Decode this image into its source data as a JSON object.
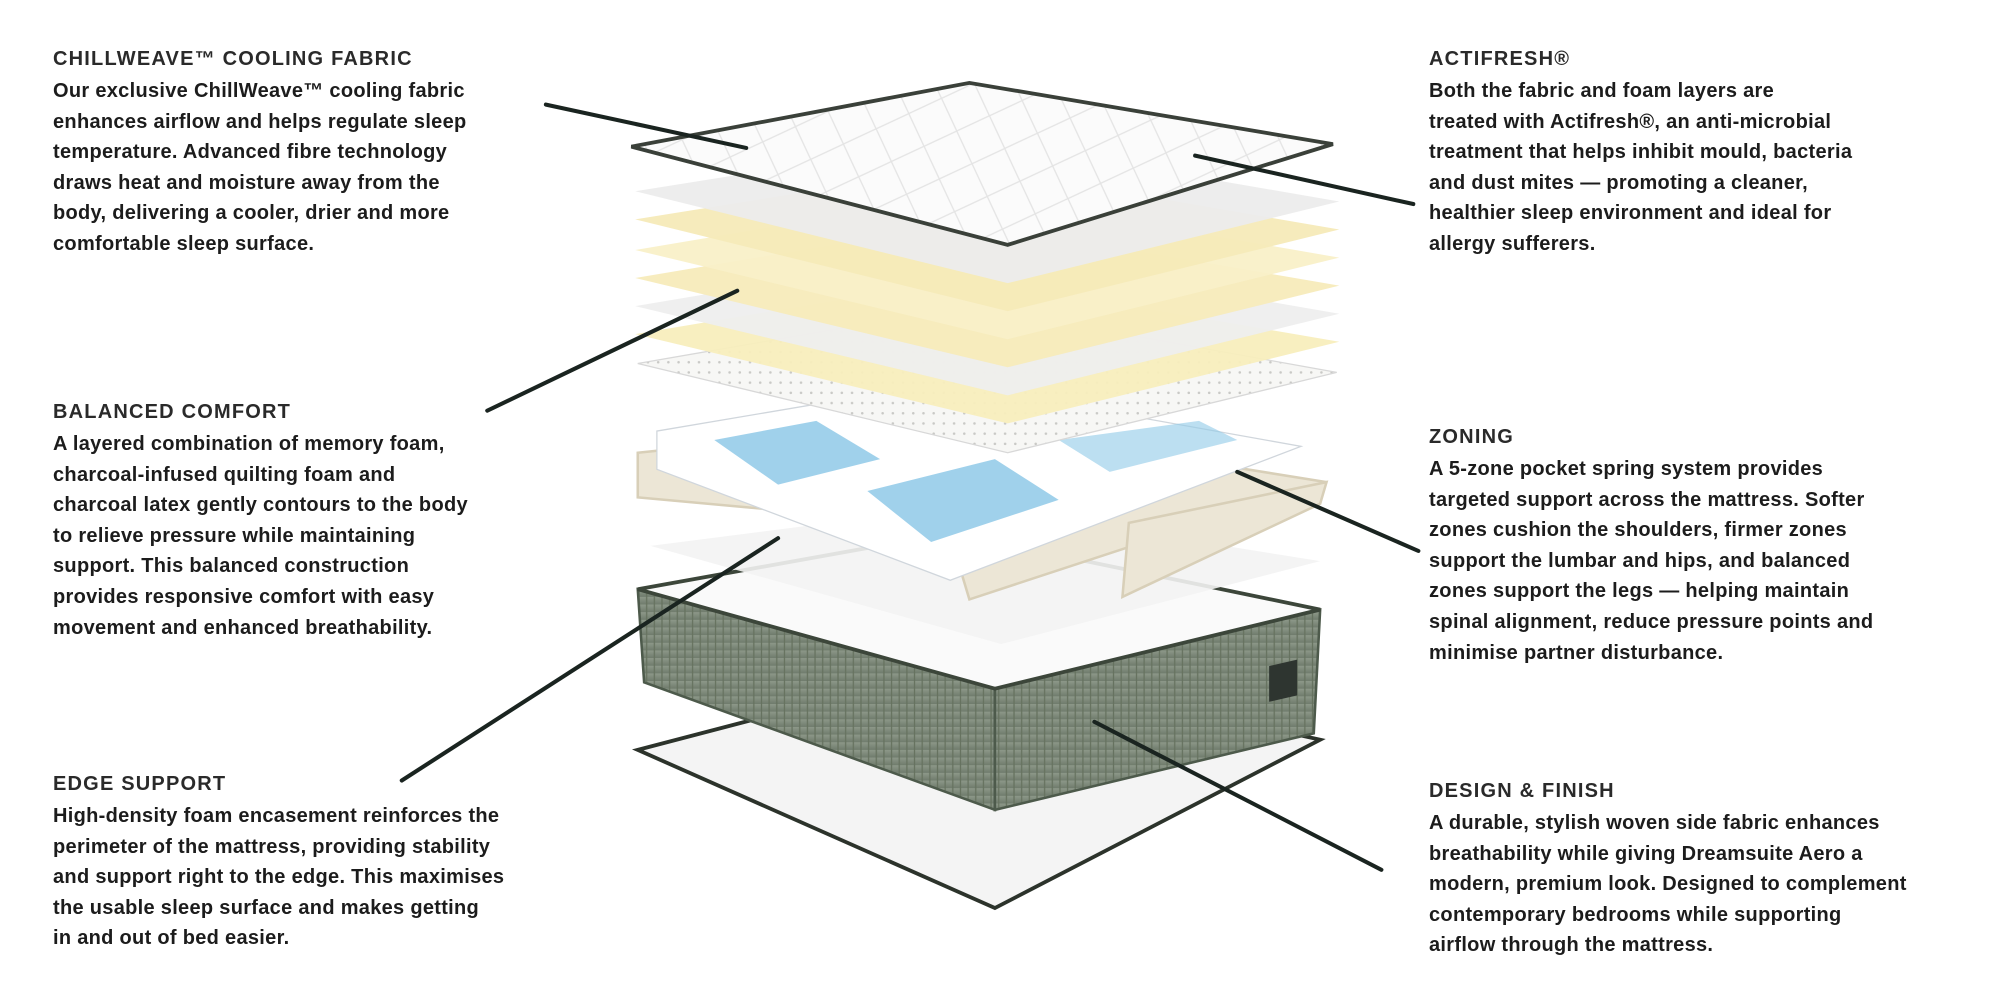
{
  "features": [
    {
      "id": "chillweave",
      "title": "CHILLWEAVE™ COOLING FABRIC",
      "lines": [
        "Our exclusive ChillWeave™ cooling fabric",
        "enhances airflow and helps regulate sleep",
        "temperature. Advanced fibre technology",
        "draws heat and moisture away from the",
        "body, delivering a cooler, drier and more",
        "comfortable sleep surface."
      ]
    },
    {
      "id": "balanced-comfort",
      "title": "BALANCED COMFORT",
      "lines": [
        "A layered combination of memory foam,",
        "charcoal-infused quilting foam and",
        "charcoal latex gently contours to the body",
        "to relieve pressure while maintaining",
        "support. This balanced construction",
        "provides responsive comfort with easy",
        "movement and enhanced breathability."
      ]
    },
    {
      "id": "edge-support",
      "title": "EDGE SUPPORT",
      "lines": [
        "High-density foam encasement reinforces the",
        "perimeter of the mattress, providing stability",
        "and support right to the edge. This maximises",
        "the usable sleep surface and makes getting",
        "in and out of bed easier."
      ]
    },
    {
      "id": "actifresh",
      "title": "ACTIFRESH®",
      "lines": [
        "Both the fabric and foam layers are",
        "treated with Actifresh®, an anti-microbial",
        "treatment that helps inhibit mould, bacteria",
        "and dust mites — promoting a cleaner,",
        "healthier sleep environment and ideal for",
        "allergy sufferers."
      ]
    },
    {
      "id": "zoning",
      "title": "ZONING",
      "lines": [
        "A 5-zone pocket spring system provides",
        "targeted support across the mattress. Softer",
        "zones cushion the shoulders, firmer zones",
        "support the lumbar and hips, and balanced",
        "zones support the legs — helping maintain",
        "spinal alignment, reduce pressure points and",
        "minimise partner disturbance."
      ]
    },
    {
      "id": "design-finish",
      "title": "DESIGN & FINISH",
      "lines": [
        "A durable, stylish woven side fabric enhances",
        "breathability while giving Dreamsuite Aero a",
        "modern, premium look. Designed to complement",
        "contemporary bedrooms while supporting",
        "airflow through the mattress."
      ]
    }
  ],
  "colors": {
    "text": "#1c1c1c",
    "leader": "#1a2420",
    "side_fabric": "#7d8a7a",
    "foam_yellow": "#f6eab8",
    "spring_blue": "#8fc9e8",
    "encasement": "#ece6d6"
  }
}
